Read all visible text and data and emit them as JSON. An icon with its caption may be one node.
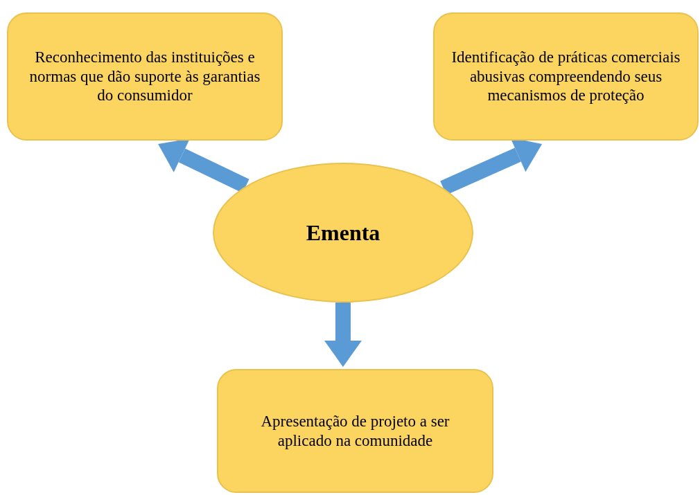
{
  "diagram": {
    "nodes": [
      {
        "text": [
          "Reconhecimento das instituições e normas que dão suporte às garantias do consumidor"
        ]
      },
      {
        "text": [
          "Identificação de práticas comerciais abusivas compreendendo seus mecanismos de proteção"
        ]
      },
      {
        "text": [
          "Ementa"
        ]
      },
      {
        "text": [
          "Apresentação de projeto a ser aplicado na comunidade"
        ]
      }
    ],
    "edges": [
      {
        "from": 2,
        "to": 0,
        "arrow": "to"
      },
      {
        "from": 2,
        "to": 1,
        "arrow": "to"
      },
      {
        "from": 2,
        "to": 3,
        "arrow": "to"
      }
    ]
  }
}
